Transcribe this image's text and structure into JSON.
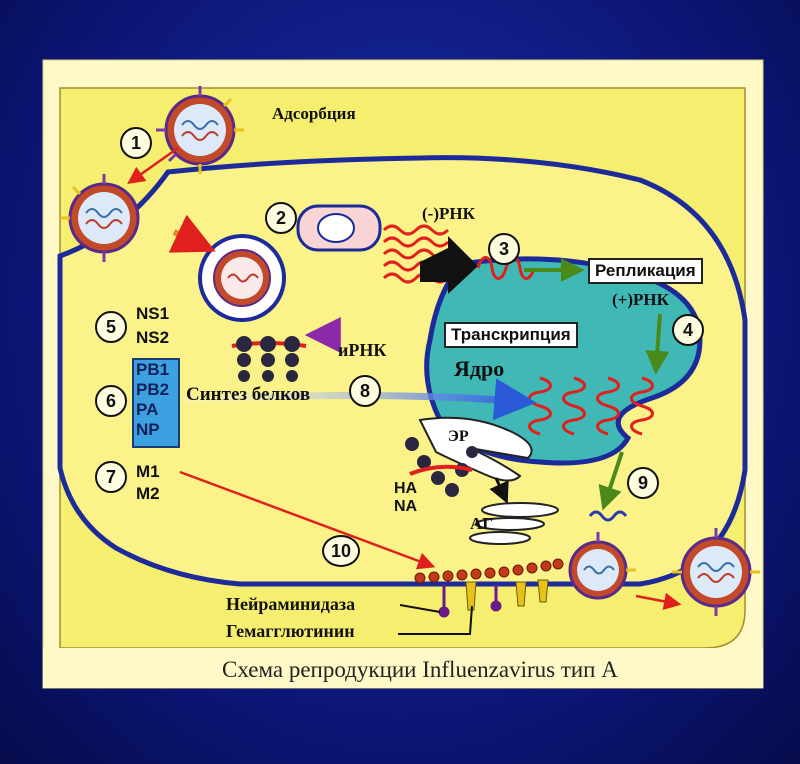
{
  "labels": {
    "adsorption": "Адсорбция",
    "neg_rna": "(-)РНК",
    "replication": "Репликация",
    "pos_rna": "(+)РНК",
    "transcription": "Транскрипция",
    "mrna": "иРНК",
    "nucleus": "Ядро",
    "protein_synthesis": "Синтез белков",
    "er": "ЭР",
    "golgi": "АГ",
    "ha": "HA",
    "na": "NA",
    "ns1": "NS1",
    "ns2": "NS2",
    "pb1": "PB1",
    "pb2": "PB2",
    "pa": "PA",
    "np": "NP",
    "m1": "M1",
    "m2": "M2",
    "neuraminidase": "Нейраминидаза",
    "hemagglutinin": "Гемагглютинин"
  },
  "steps": [
    "1",
    "2",
    "3",
    "4",
    "5",
    "6",
    "7",
    "8",
    "9",
    "10"
  ],
  "caption": "Схема репродукции Influenzavirus тип А",
  "colors": {
    "background": "#0b1470",
    "frame": "#fff9c8",
    "cytoplasm": "#f6ee6e",
    "nucleus": "#3fb8b6",
    "membrane": "#1c2a9a",
    "rna": "#e0201c",
    "protein_box": "#3da0e0"
  }
}
